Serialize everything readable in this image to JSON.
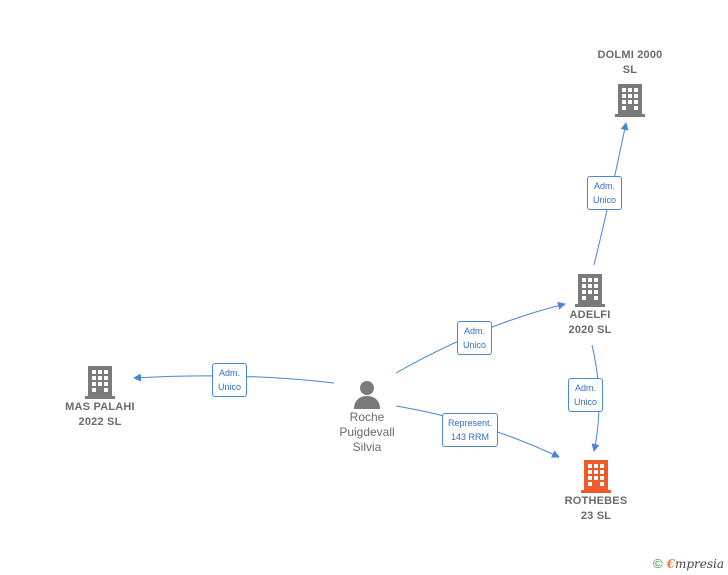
{
  "nodes": {
    "dolmi": {
      "label": "DOLMI 2000\nSL"
    },
    "adelfi": {
      "label": "ADELFI\n2020  SL"
    },
    "mas_palahi": {
      "label": "MAS PALAHI\n2022  SL"
    },
    "person": {
      "label": "Roche\nPuigdevall\nSilvia"
    },
    "rothebes": {
      "label": "ROTHEBES\n23  SL"
    }
  },
  "edges": {
    "adelfi_dolmi": {
      "label": "Adm.\nUnico"
    },
    "person_adelfi": {
      "label": "Adm.\nUnico"
    },
    "person_mas": {
      "label": "Adm.\nUnico"
    },
    "adelfi_rothebes": {
      "label": "Adm.\nUnico"
    },
    "person_rothebes": {
      "label": "Represent.\n143 RRM"
    }
  },
  "colors": {
    "building": "#7a7a7a",
    "building_highlight": "#f05a28",
    "edge": "#4a86d6",
    "person": "#7a7a7a"
  },
  "footer": {
    "copyright_symbol": "©",
    "brand_initial": "€",
    "brand_rest": "mpresia"
  }
}
